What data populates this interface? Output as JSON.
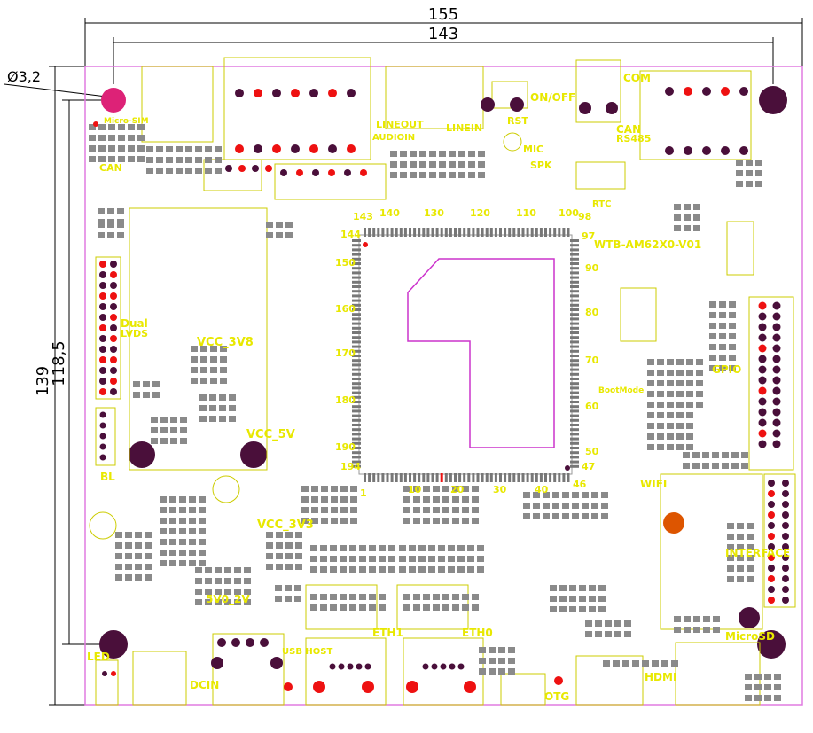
{
  "dimensions": {
    "top_outer": "155",
    "top_inner": "143",
    "left_outer": "139",
    "left_inner": "118,5",
    "hole": "Ø3,2"
  },
  "labels": {
    "micro_sim": "Micro-SIM",
    "can_left": "CAN",
    "dual": "Dual",
    "lvds": "LVDS",
    "vcc_3v8": "VCC_3V8",
    "vcc_5v": "VCC_5V",
    "vcc_3v3": "VCC_3V3",
    "bl": "BL",
    "pwr_5v": "5V0_2V",
    "line_out": "LINEOUT",
    "line_in": "LINEIN",
    "audio_in": "AUDIOIN",
    "mic": "MIC",
    "spk": "SPK",
    "rst": "RST",
    "rs485": "RS485",
    "can_right": "CAN",
    "on_off": "ON/OFF",
    "rtc": "RTC",
    "com": "COM",
    "board_name": "WTB-AM62X0-V01",
    "gpio": "GPIO",
    "boot_mode": "BootMode",
    "wifi": "WIFI",
    "interface": "INTERFACE",
    "micro_sd": "MicroSD",
    "led": "LED",
    "dcin": "DCIN",
    "usb_host": "USB HOST",
    "eth1": "ETH1",
    "eth0": "ETH0",
    "otg": "OTG",
    "hdmi": "HDMI",
    "pin_numbers": [
      "140",
      "130",
      "120",
      "110",
      "100",
      "98",
      "97",
      "90",
      "80",
      "70",
      "60",
      "50",
      "47",
      "46",
      "40",
      "30",
      "20",
      "10",
      "1",
      "194",
      "190",
      "180",
      "170",
      "160",
      "150",
      "144",
      "143"
    ]
  },
  "colors": {
    "outline": "#e07be0",
    "silkscreen": "#e8e800",
    "pad": "#8a8a8a",
    "pad_red": "#ee1111",
    "hole": "#4a0f3a",
    "chip_outline": "#cc33cc"
  }
}
